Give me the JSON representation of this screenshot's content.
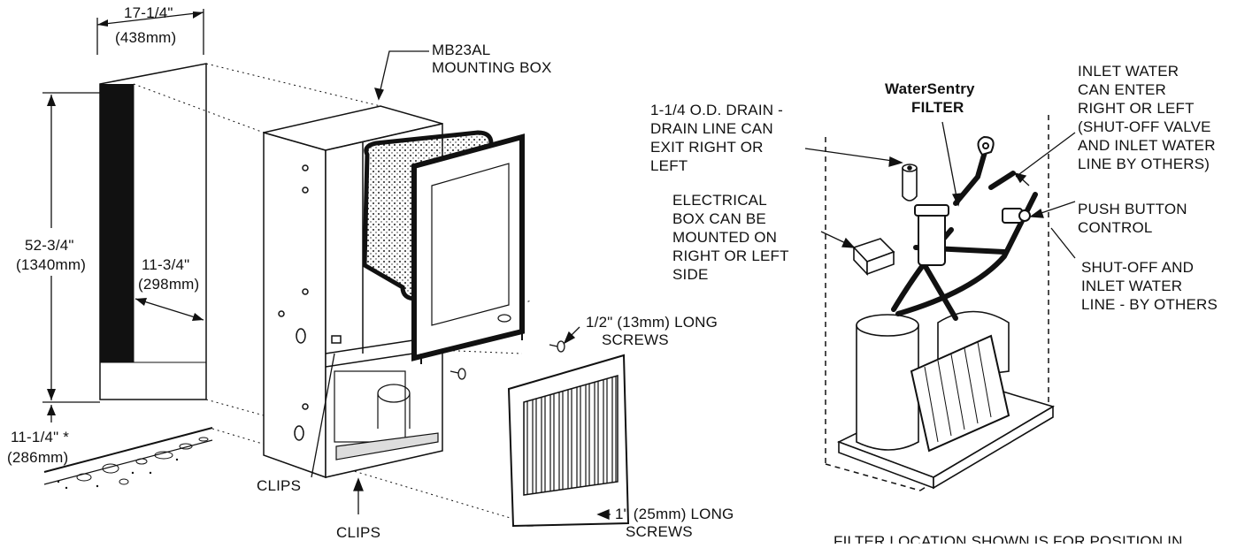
{
  "dimensions": {
    "width_in": "17-1/4\"",
    "width_mm": "(438mm)",
    "height_in": "52-3/4\"",
    "height_mm": "(1340mm)",
    "depth_in": "11-3/4\"",
    "depth_mm": "(298mm)",
    "floor_in": "11-1/4\" *",
    "floor_mm": "(286mm)"
  },
  "labels": {
    "mounting_box": [
      "MB23AL",
      "MOUNTING BOX"
    ],
    "screws_half": [
      "1/2\" (13mm) LONG",
      "SCREWS"
    ],
    "screws_one": [
      "1\" (25mm) LONG",
      "SCREWS"
    ],
    "clips_upper": "CLIPS",
    "clips_lower": "CLIPS",
    "drain": [
      "1-1/4 O.D. DRAIN -",
      "DRAIN LINE CAN",
      "EXIT RIGHT OR",
      "LEFT"
    ],
    "filter": [
      "WaterSentry",
      "FILTER"
    ],
    "inlet": [
      "INLET WATER",
      "CAN ENTER",
      "RIGHT OR LEFT",
      "(SHUT-OFF VALVE",
      "AND INLET WATER",
      "LINE BY OTHERS)"
    ],
    "electrical": [
      "ELECTRICAL",
      "BOX CAN BE",
      "MOUNTED ON",
      "RIGHT OR LEFT",
      "SIDE"
    ],
    "push_button": [
      "PUSH BUTTON",
      "CONTROL"
    ],
    "shutoff": [
      "SHUT-OFF AND",
      "INLET WATER",
      "LINE - BY OTHERS"
    ],
    "footnote": "FILTER LOCATION SHOWN IS FOR POSITION IN"
  }
}
